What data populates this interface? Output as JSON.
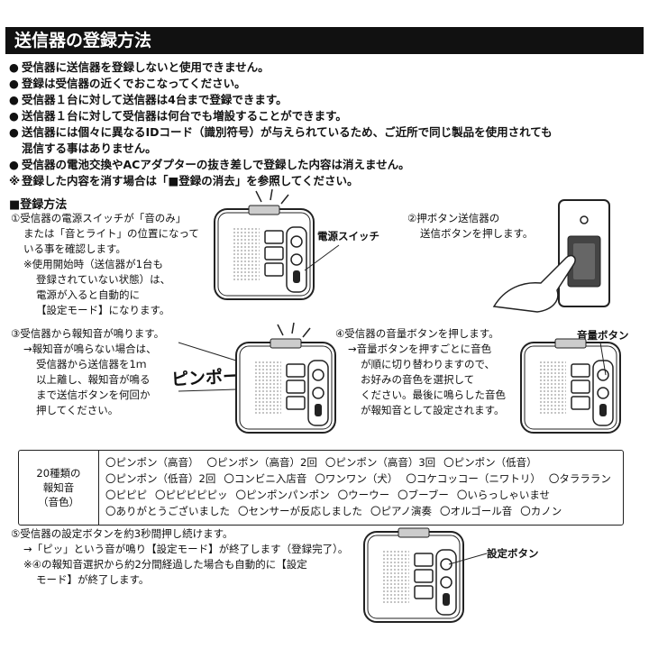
{
  "title": "送信器の登録方法",
  "bullets": [
    {
      "marker": "●",
      "text": "受信器に送信器を登録しないと使用できません。"
    },
    {
      "marker": "●",
      "text": "登録は受信器の近くでおこなってください。"
    },
    {
      "marker": "●",
      "text": "受信器１台に対して送信器は4台まで登録できます。"
    },
    {
      "marker": "●",
      "text": "送信器１台に対して受信器は何台でも増設することができます。"
    },
    {
      "marker": "●",
      "text": "送信器には個々に異なるIDコード（識別符号）が与えられているため、ご近所で同じ製品を使用されても"
    },
    {
      "marker": "",
      "text": "混信する事はありません。"
    },
    {
      "marker": "●",
      "text": "受信器の電池交換やACアダプターの抜き差しで登録した内容は消えません。"
    },
    {
      "marker": "※",
      "text": "登録した内容を消す場合は「■登録の消去」を参照してください。"
    }
  ],
  "section_heading": "■登録方法",
  "step1": {
    "lines": [
      "①受信器の電源スイッチが「音のみ」",
      "または「音とライト」の位置になって",
      "いる事を確認します。"
    ],
    "note": [
      "※使用開始時（送信器が1台も",
      "登録されていない状態）は、",
      "電源が入ると自動的に",
      "【設定モード】になります。"
    ],
    "callout": "電源スイッチ"
  },
  "step2": {
    "lines": [
      "②押ボタン送信器の",
      "送信ボタンを押します。"
    ]
  },
  "step3": {
    "lines": [
      "③受信器から報知音が鳴ります。"
    ],
    "note": [
      "→報知音が鳴らない場合は、",
      "受信器から送信器を1ｍ",
      "以上離し、報知音が鳴る",
      "まで送信ボタンを何回か",
      "押してください。"
    ],
    "sound_text": "ピンポーン"
  },
  "step4": {
    "lines": [
      "④受信器の音量ボタンを押します。"
    ],
    "note": [
      "→音量ボタンを押すごとに音色",
      "が順に切り替わりますので、",
      "お好みの音色を選択して",
      "ください。最後に鳴らした音色",
      "が報知音として設定されます。"
    ],
    "callout": "音量ボタン"
  },
  "sounds": {
    "label": [
      "20種類の",
      "報知音",
      "（音色）"
    ],
    "options": [
      "〇ピンポン（高音）",
      "〇ピンポン（高音）2回",
      "〇ピンポン（高音）3回",
      "〇ピンポン（低音）",
      "〇ピンポン（低音）2回",
      "〇コンビニ入店音",
      "〇ワンワン（犬）",
      "〇コケコッコー（ニワトリ）",
      "〇タラララン",
      "〇ピピピ",
      "〇ピピピピピッ",
      "〇ピンポンパンポン",
      "〇ウーウー",
      "〇ブーブー",
      "〇いらっしゃいませ",
      "〇ありがとうございました",
      "〇センサーが反応しました",
      "〇ピアノ演奏",
      "〇オルゴール音",
      "〇カノン"
    ]
  },
  "step5": {
    "lines": [
      "⑤受信器の設定ボタンを約3秒間押し続けます。"
    ],
    "note": [
      "→「ピッ」という音が鳴り【設定モード】が終了します（登録完了）。",
      "※④の報知音選択から約2分間経過した場合も自動的に【設定",
      "モード】が終了します。"
    ],
    "callout": "設定ボタン"
  }
}
